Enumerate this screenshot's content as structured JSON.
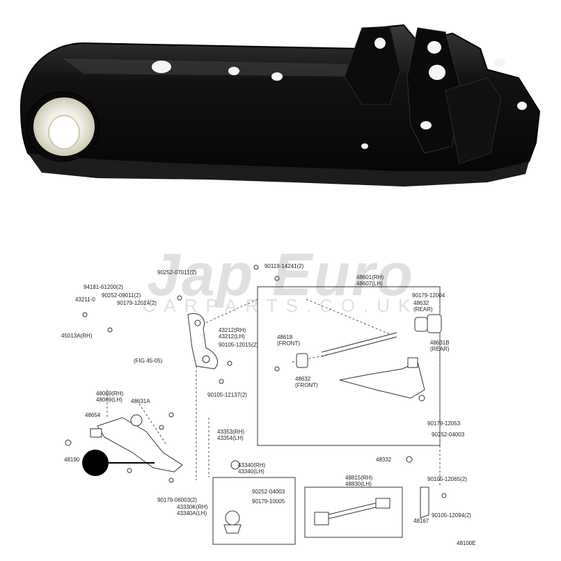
{
  "watermark": {
    "brand": "Jap Euro",
    "domain": "CARPARTS.CO.UK"
  },
  "part_labels": [
    {
      "id": "p1",
      "text": "90119-14241(2)"
    },
    {
      "id": "p2",
      "text": "90252-07011(2)"
    },
    {
      "id": "p3",
      "text": "48601(RH)"
    },
    {
      "id": "p4",
      "text": "48607(LH)"
    },
    {
      "id": "p5",
      "text": "94181-61200(2)"
    },
    {
      "id": "p6",
      "text": "90252-09011(2)"
    },
    {
      "id": "p7",
      "text": "90179-12004"
    },
    {
      "id": "p8",
      "text": "43211-0"
    },
    {
      "id": "p9",
      "text": "90179-12014(2)"
    },
    {
      "id": "p10",
      "text": "48632"
    },
    {
      "id": "p11",
      "text": "(REAR)"
    },
    {
      "id": "p12",
      "text": "43212(RH)"
    },
    {
      "id": "p13",
      "text": "43212(LH)"
    },
    {
      "id": "p14",
      "text": "45013A(RH)"
    },
    {
      "id": "p15",
      "text": "48618"
    },
    {
      "id": "p16",
      "text": "(FRONT)"
    },
    {
      "id": "p17",
      "text": "48631B"
    },
    {
      "id": "p18",
      "text": "(REAR)"
    },
    {
      "id": "p19",
      "text": "90105-12015(2)"
    },
    {
      "id": "p20",
      "text": "(FIG 45-05)"
    },
    {
      "id": "p21",
      "text": "48632"
    },
    {
      "id": "p22",
      "text": "(FRONT)"
    },
    {
      "id": "p23",
      "text": "90105-12137(2)"
    },
    {
      "id": "p24",
      "text": "48069(RH)"
    },
    {
      "id": "p25",
      "text": "48069(LH)"
    },
    {
      "id": "p26",
      "text": "48654"
    },
    {
      "id": "p27",
      "text": "48631A"
    },
    {
      "id": "p28",
      "text": "90179-12053"
    },
    {
      "id": "p29",
      "text": "43353(RH)"
    },
    {
      "id": "p30",
      "text": "43354(LH)"
    },
    {
      "id": "p31",
      "text": "90252-04003"
    },
    {
      "id": "p32",
      "text": "48190"
    },
    {
      "id": "p33",
      "text": "48332"
    },
    {
      "id": "p34",
      "text": "43340(RH)"
    },
    {
      "id": "p35",
      "text": "43340(LH)"
    },
    {
      "id": "p36",
      "text": "90252-04003"
    },
    {
      "id": "p37",
      "text": "90179-10005"
    },
    {
      "id": "p38",
      "text": "48815(RH)"
    },
    {
      "id": "p39",
      "text": "48830(LH)"
    },
    {
      "id": "p40",
      "text": "90105-12065(2)"
    },
    {
      "id": "p41",
      "text": "90179-06003(2)"
    },
    {
      "id": "p42",
      "text": "43330K(RH)"
    },
    {
      "id": "p43",
      "text": "43340A(LH)"
    },
    {
      "id": "p44",
      "text": "90105-12094(2)"
    },
    {
      "id": "p45",
      "text": "48167"
    },
    {
      "id": "p46",
      "text": "48100E"
    }
  ]
}
